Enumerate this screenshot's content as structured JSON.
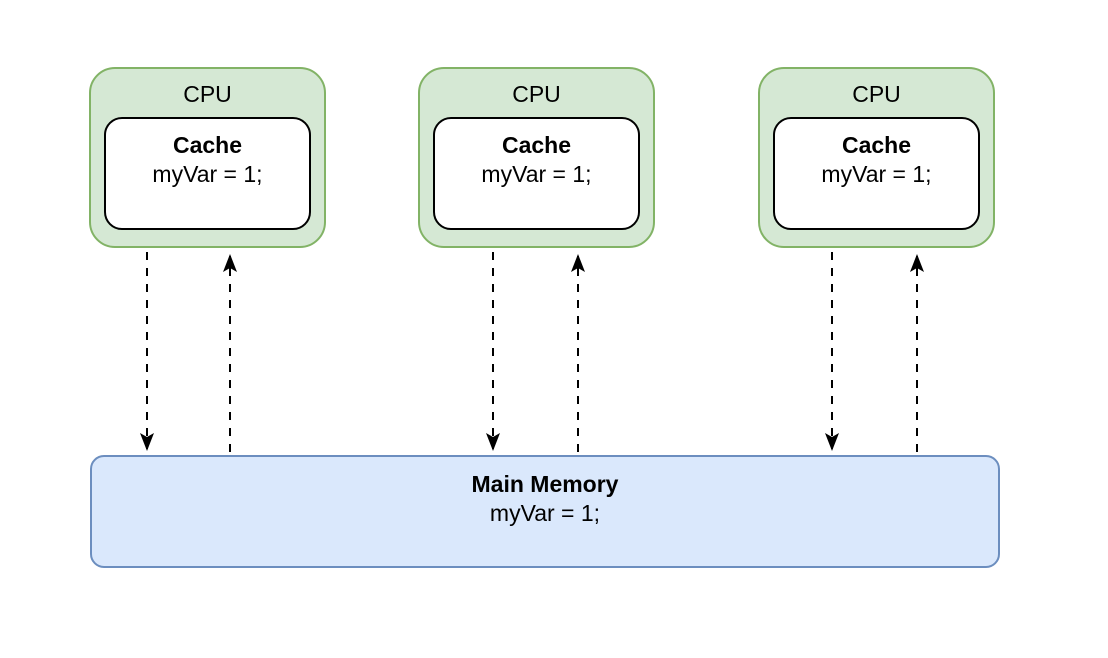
{
  "diagram": {
    "description": "Three CPUs with private caches connected to shared main memory via dashed read/write arrows"
  },
  "cpus": [
    {
      "title": "CPU",
      "cache_title": "Cache",
      "cache_value": "myVar = 1;"
    },
    {
      "title": "CPU",
      "cache_title": "Cache",
      "cache_value": "myVar = 1;"
    },
    {
      "title": "CPU",
      "cache_title": "Cache",
      "cache_value": "myVar = 1;"
    }
  ],
  "memory": {
    "title": "Main Memory",
    "value": "myVar = 1;"
  },
  "colors": {
    "cpu_fill": "#d5e8d4",
    "cpu_stroke": "#82b366",
    "cache_fill": "#ffffff",
    "cache_stroke": "#000000",
    "memory_fill": "#dae8fc",
    "memory_stroke": "#6c8ebf",
    "arrow_color": "#000000",
    "text_color": "#000000"
  }
}
